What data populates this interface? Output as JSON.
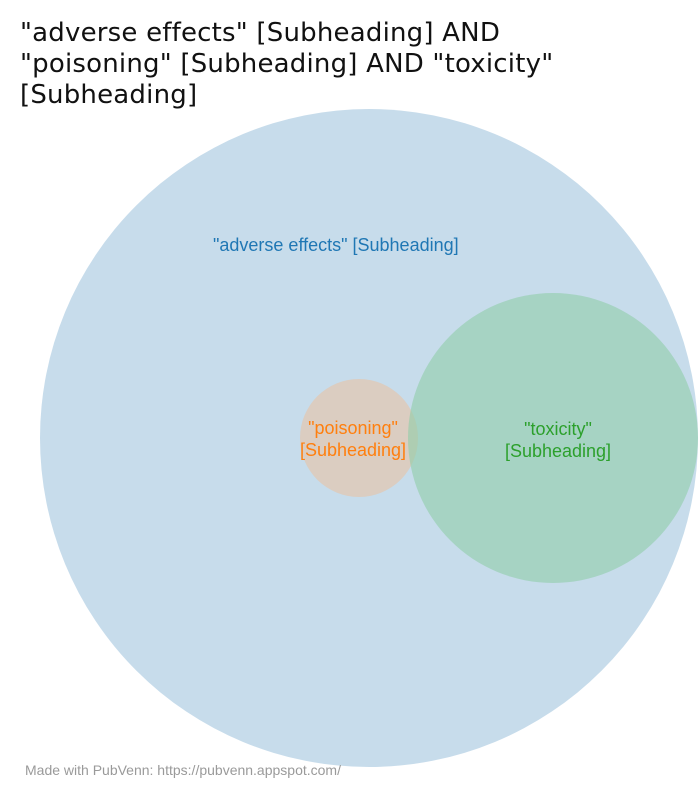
{
  "title": {
    "line1": "\"adverse effects\" [Subheading] AND",
    "line2": "\"poisoning\" [Subheading] AND \"toxicity\"",
    "line3": "[Subheading]"
  },
  "sets": [
    {
      "id": "adverse-effects",
      "label": "\"adverse effects\" [Subheading]",
      "fill_color": "#a9c9e0",
      "label_color": "#1f77b4"
    },
    {
      "id": "poisoning",
      "label_line1": "\"poisoning\"",
      "label_line2": "[Subheading]",
      "fill_color": "#e8c3a5",
      "label_color": "#ff7f0e"
    },
    {
      "id": "toxicity",
      "label_line1": "\"toxicity\"",
      "label_line2": "[Subheading]",
      "fill_color": "#8fcda9",
      "label_color": "#2ca02c"
    }
  ],
  "footer": "Made with PubVenn: https://pubvenn.appspot.com/"
}
